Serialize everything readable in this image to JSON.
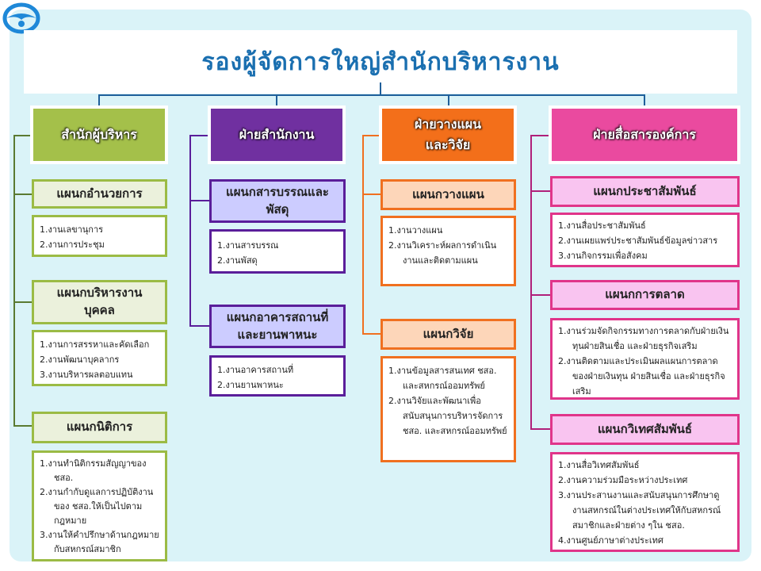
{
  "title": "รองผู้จัดการใหญ่สำนักบริหารงาน",
  "colors": {
    "title": "#1a6fb0",
    "col1": "#a4c04a",
    "col2": "#7030a0",
    "col3": "#f36f1a",
    "col4": "#ea4a9f",
    "panel": "#daf3f8"
  },
  "columns": [
    {
      "head": "สำนักผู้บริหาร",
      "sections": [
        {
          "name": "แผนกอำนวยการ",
          "items": [
            "1.งานเลขานุการ",
            "2.งานการประชุม"
          ]
        },
        {
          "name": "แผนกบริหารงานบุคคล",
          "items": [
            "1.งานการสรรหาและคัดเลือก",
            "2.งานพัฒนาบุคลากร",
            "3.งานบริหารผลตอบแทน"
          ]
        },
        {
          "name": "แผนกนิติการ",
          "items": [
            "1.งานทำนิติกรรมสัญญาของ ชสอ.",
            "2.งานกำกับดูแลการปฏิบัติงานของ ชสอ.ให้เป็นไปตามกฎหมาย",
            "3.งานให้คำปรึกษาด้านกฎหมายกับสหกรณ์สมาชิก"
          ]
        }
      ]
    },
    {
      "head": "ฝ่ายสำนักงาน",
      "sections": [
        {
          "name": "แผนกสารบรรณและพัสดุ",
          "items": [
            "1.งานสารบรรณ",
            "2.งานพัสดุ"
          ]
        },
        {
          "name": "แผนกอาคารสถานที่และยานพาหนะ",
          "items": [
            "1.งานอาคารสถานที่",
            "2.งานยานพาหนะ"
          ]
        }
      ]
    },
    {
      "head": "ฝ่ายวางแผนและวิจัย",
      "sections": [
        {
          "name": "แผนกวางแผน",
          "items": [
            "1.งานวางแผน",
            "2.งานวิเคราะห์ผลการดำเนินงานและติดตามแผน"
          ]
        },
        {
          "name": "แผนกวิจัย",
          "items": [
            "1.งานข้อมูลสารสนเทศ ชสอ. และสหกรณ์ออมทรัพย์",
            "2.งานวิจัยและพัฒนาเพื่อสนับสนุนการบริหารจัดการ ชสอ. และสหกรณ์ออมทรัพย์"
          ]
        }
      ]
    },
    {
      "head": "ฝ่ายสื่อสารองค์การ",
      "sections": [
        {
          "name": "แผนกประชาสัมพันธ์",
          "items": [
            "1.งานสื่อประชาสัมพันธ์",
            "2.งานเผยแพร่ประชาสัมพันธ์ข้อมูลข่าวสาร",
            "3.งานกิจกรรมเพื่อสังคม"
          ]
        },
        {
          "name": "แผนกการตลาด",
          "items": [
            "1.งานร่วมจัดกิจกรรมทางการตลาดกับฝ่ายเงินทุนฝ่ายสินเชื่อ และฝ่ายธุรกิจเสริม",
            "2.งานติดตามและประเมินผลแผนการตลาดของฝ่ายเงินทุน ฝ่ายสินเชื่อ และฝ่ายธุรกิจเสริม"
          ]
        },
        {
          "name": "แผนกวิเทศสัมพันธ์",
          "items": [
            "1.งานสื่อวิเทศสัมพันธ์",
            "2.งานความร่วมมือระหว่างประเทศ",
            "3.งานประสานงานและสนับสนุนการศึกษาดูงานสหกรณ์ในต่างประเทศให้กับสหกรณ์สมาชิกและฝ่ายต่าง ๆใน ชสอ.",
            "4.งานศูนย์ภาษาต่างประเทศ"
          ]
        }
      ]
    }
  ]
}
